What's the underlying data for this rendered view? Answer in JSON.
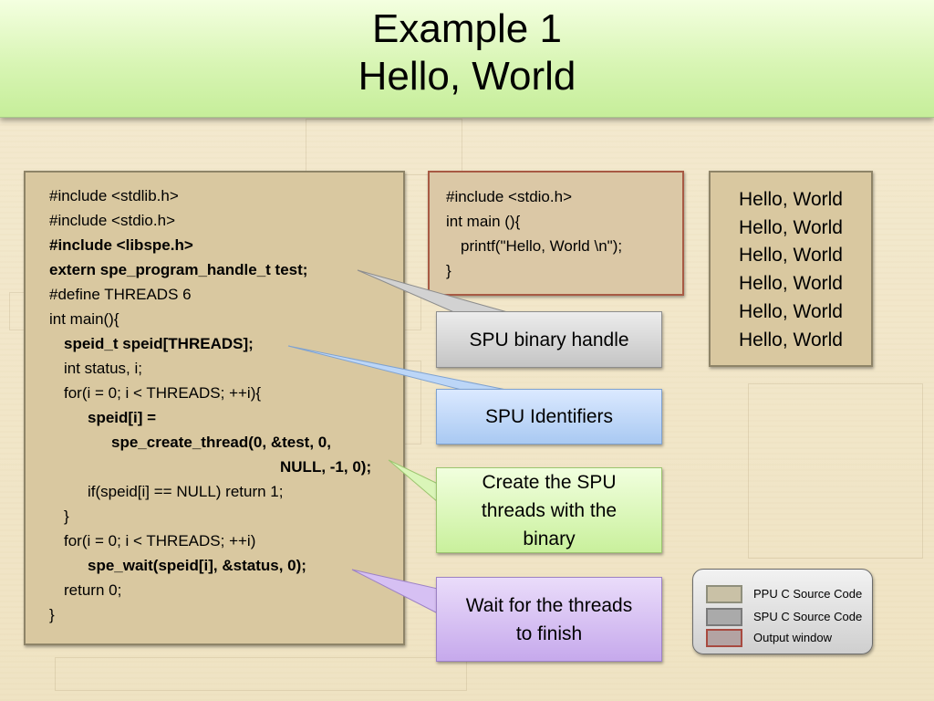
{
  "title": {
    "line1": "Example 1",
    "line2": "Hello, World"
  },
  "ppu_code": [
    {
      "text": "#include <stdlib.h>",
      "bold": false,
      "indent": 0
    },
    {
      "text": "#include <stdio.h>",
      "bold": false,
      "indent": 0
    },
    {
      "text": "#include <libspe.h>",
      "bold": true,
      "indent": 0
    },
    {
      "text": "extern spe_program_handle_t test;",
      "bold": true,
      "indent": 0
    },
    {
      "text": "#define THREADS 6",
      "bold": false,
      "indent": 0
    },
    {
      "text": "int main(){",
      "bold": false,
      "indent": 0
    },
    {
      "text": "speid_t speid[THREADS];",
      "bold": true,
      "indent": 1
    },
    {
      "text": "int status, i;",
      "bold": false,
      "indent": 1
    },
    {
      "text": "for(i = 0; i < THREADS; ++i){",
      "bold": false,
      "indent": 1
    },
    {
      "text": "speid[i] =",
      "bold": true,
      "indent": 2
    },
    {
      "text": "spe_create_thread(0, &test, 0,",
      "bold": true,
      "indent": 3
    },
    {
      "text": "NULL, -1, 0);",
      "bold": true,
      "indent": 4
    },
    {
      "text": "if(speid[i] == NULL) return 1;",
      "bold": false,
      "indent": 2
    },
    {
      "text": "}",
      "bold": false,
      "indent": 1
    },
    {
      "text": "for(i = 0; i < THREADS; ++i)",
      "bold": false,
      "indent": 1
    },
    {
      "text": "spe_wait(speid[i], &status, 0);",
      "bold": true,
      "indent": 2
    },
    {
      "text": "return 0;",
      "bold": false,
      "indent": 1
    },
    {
      "text": "}",
      "bold": false,
      "indent": 0
    }
  ],
  "spu_code": [
    {
      "text": "#include <stdio.h>",
      "indent": 0
    },
    {
      "text": "int main (){",
      "indent": 0
    },
    {
      "text": "printf(\"Hello, World \\n\");",
      "indent": 1
    },
    {
      "text": "}",
      "indent": 0
    }
  ],
  "output_lines": [
    "Hello, World",
    "Hello, World",
    "Hello, World",
    "Hello, World",
    "Hello, World",
    "Hello, World"
  ],
  "callouts": {
    "binary_handle": "SPU binary handle",
    "identifiers": "SPU Identifiers",
    "create_line1": "Create the SPU",
    "create_line2": "threads with the",
    "create_line3": "binary",
    "wait_line1": "Wait for the threads",
    "wait_line2": "to finish"
  },
  "legend": {
    "items": [
      {
        "label": "PPU C Source Code",
        "fill": "#c9c1a6",
        "border": "#8f8f7c"
      },
      {
        "label": "SPU C Source Code",
        "fill": "#aaaaaa",
        "border": "#7a7a7a"
      },
      {
        "label": "Output window",
        "fill": "#b3a3a3",
        "border": "#a84a40"
      }
    ]
  },
  "colors": {
    "title_bar": "#d8f5b4",
    "code_box": "#d9c8a0",
    "callout_gray": "#d6d6d6",
    "callout_blue": "#bcd6f7",
    "callout_green": "#daf5b8",
    "callout_purple": "#d6c0f3"
  }
}
